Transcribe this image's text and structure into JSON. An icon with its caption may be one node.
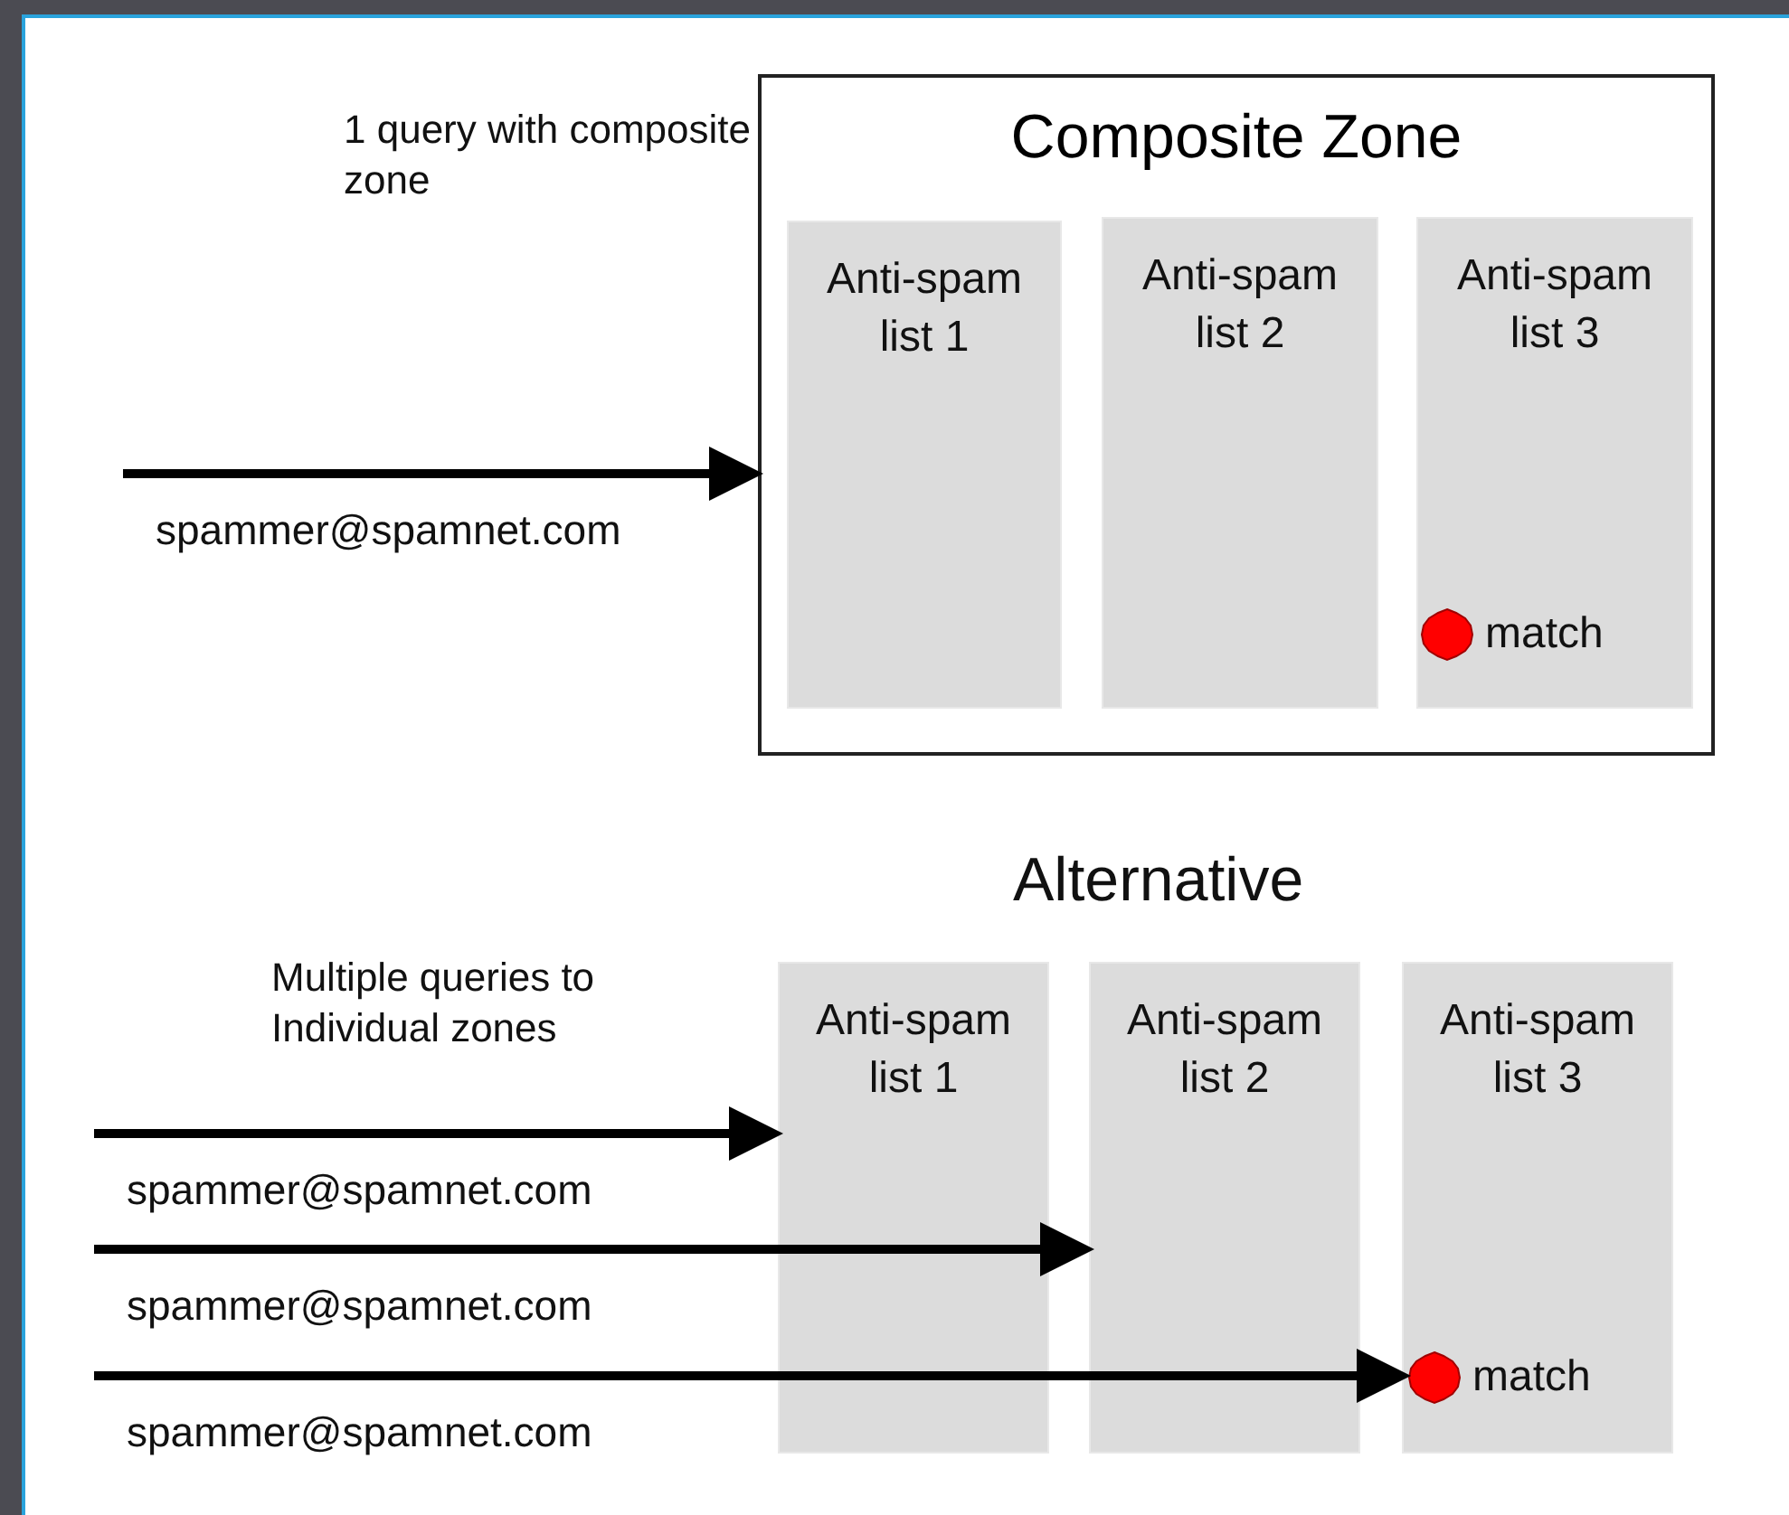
{
  "diagram": {
    "nodes": [
      {
        "text": [
          "Composite Zone"
        ]
      },
      {
        "text": [
          "Anti-spam list 1"
        ],
        "in": 0
      },
      {
        "text": [
          "Anti-spam list 2"
        ],
        "in": 0
      },
      {
        "text": [
          "Anti-spam list 3"
        ],
        "in": 0
      },
      {
        "text": [
          "match"
        ],
        "in": 3
      },
      {
        "text": [
          "Anti-spam list 1"
        ]
      },
      {
        "text": [
          "Anti-spam list 2"
        ]
      },
      {
        "text": [
          "Anti-spam list 3"
        ]
      },
      {
        "text": [
          "match"
        ],
        "in": 7
      }
    ],
    "edges": [
      {
        "from": null,
        "to": 0,
        "arrow": "to",
        "label": "spammer@spamnet.com"
      },
      {
        "from": null,
        "to": 5,
        "arrow": "to",
        "label": "spammer@spamnet.com"
      },
      {
        "from": null,
        "to": 6,
        "arrow": "to",
        "label": "spammer@spamnet.com"
      },
      {
        "from": null,
        "to": 8,
        "arrow": "to",
        "label": "spammer@spamnet.com"
      }
    ],
    "labels": [
      "1 query with composite zone",
      "Alternative",
      "Multiple queries to Individual zones"
    ]
  }
}
